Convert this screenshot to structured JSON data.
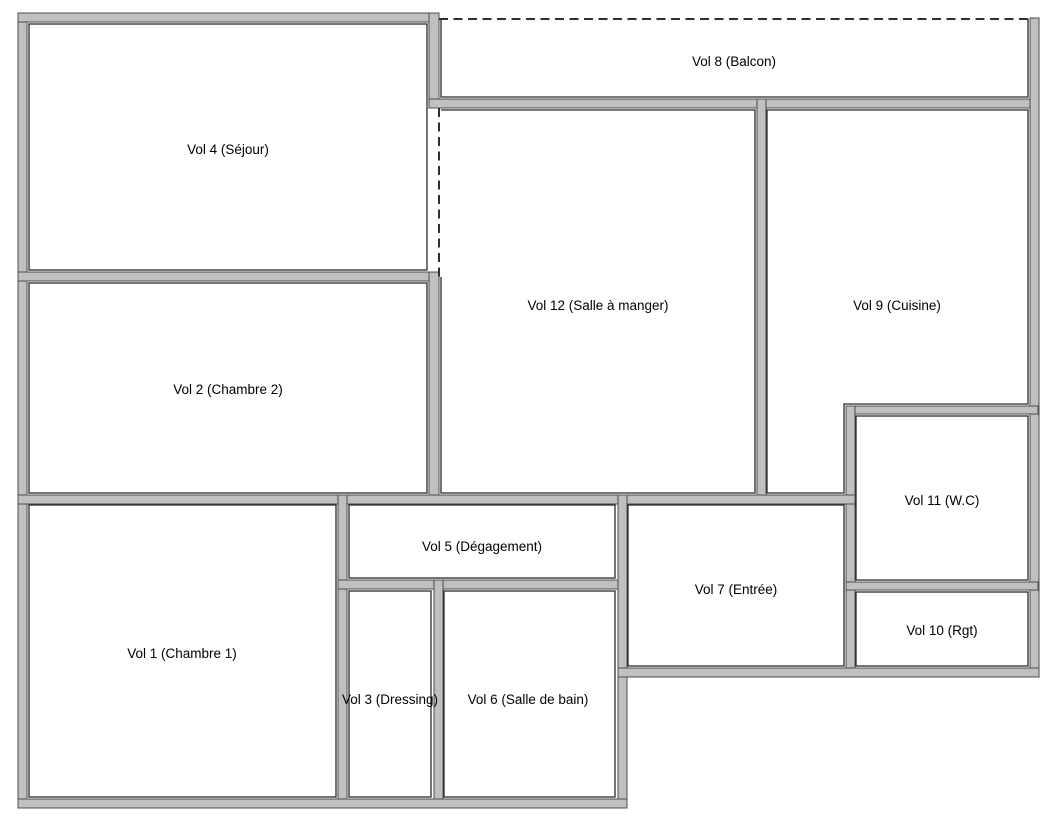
{
  "page": {
    "background": "#ffffff",
    "type_hint": "floor-plan"
  },
  "palette": {
    "page_bg": "#ffffff",
    "wall_fill": "#c0c0c0",
    "wall_stroke": "#4d4d4d",
    "room_fill": "#ffffff",
    "room_stroke": "#2b2b2b",
    "dash_color": "#2f2f2f",
    "text_color": "#000000"
  },
  "rooms": [
    {
      "id": "vol1",
      "label": "Vol 1 (Chambre 1)"
    },
    {
      "id": "vol2",
      "label": "Vol 2 (Chambre 2)"
    },
    {
      "id": "vol3",
      "label": "Vol 3 (Dressing)"
    },
    {
      "id": "vol4",
      "label": "Vol 4 (Séjour)"
    },
    {
      "id": "vol5",
      "label": "Vol 5 (Dégagement)"
    },
    {
      "id": "vol6",
      "label": "Vol 6 (Salle de bain)"
    },
    {
      "id": "vol7",
      "label": "Vol 7 (Entrée)"
    },
    {
      "id": "vol8",
      "label": "Vol 8 (Balcon)"
    },
    {
      "id": "vol9",
      "label": "Vol 9 (Cuisine)"
    },
    {
      "id": "vol10",
      "label": "Vol 10 (Rgt)"
    },
    {
      "id": "vol11",
      "label": "Vol 11 (W.C)"
    },
    {
      "id": "vol12",
      "label": "Vol 12 (Salle à manger)"
    }
  ]
}
